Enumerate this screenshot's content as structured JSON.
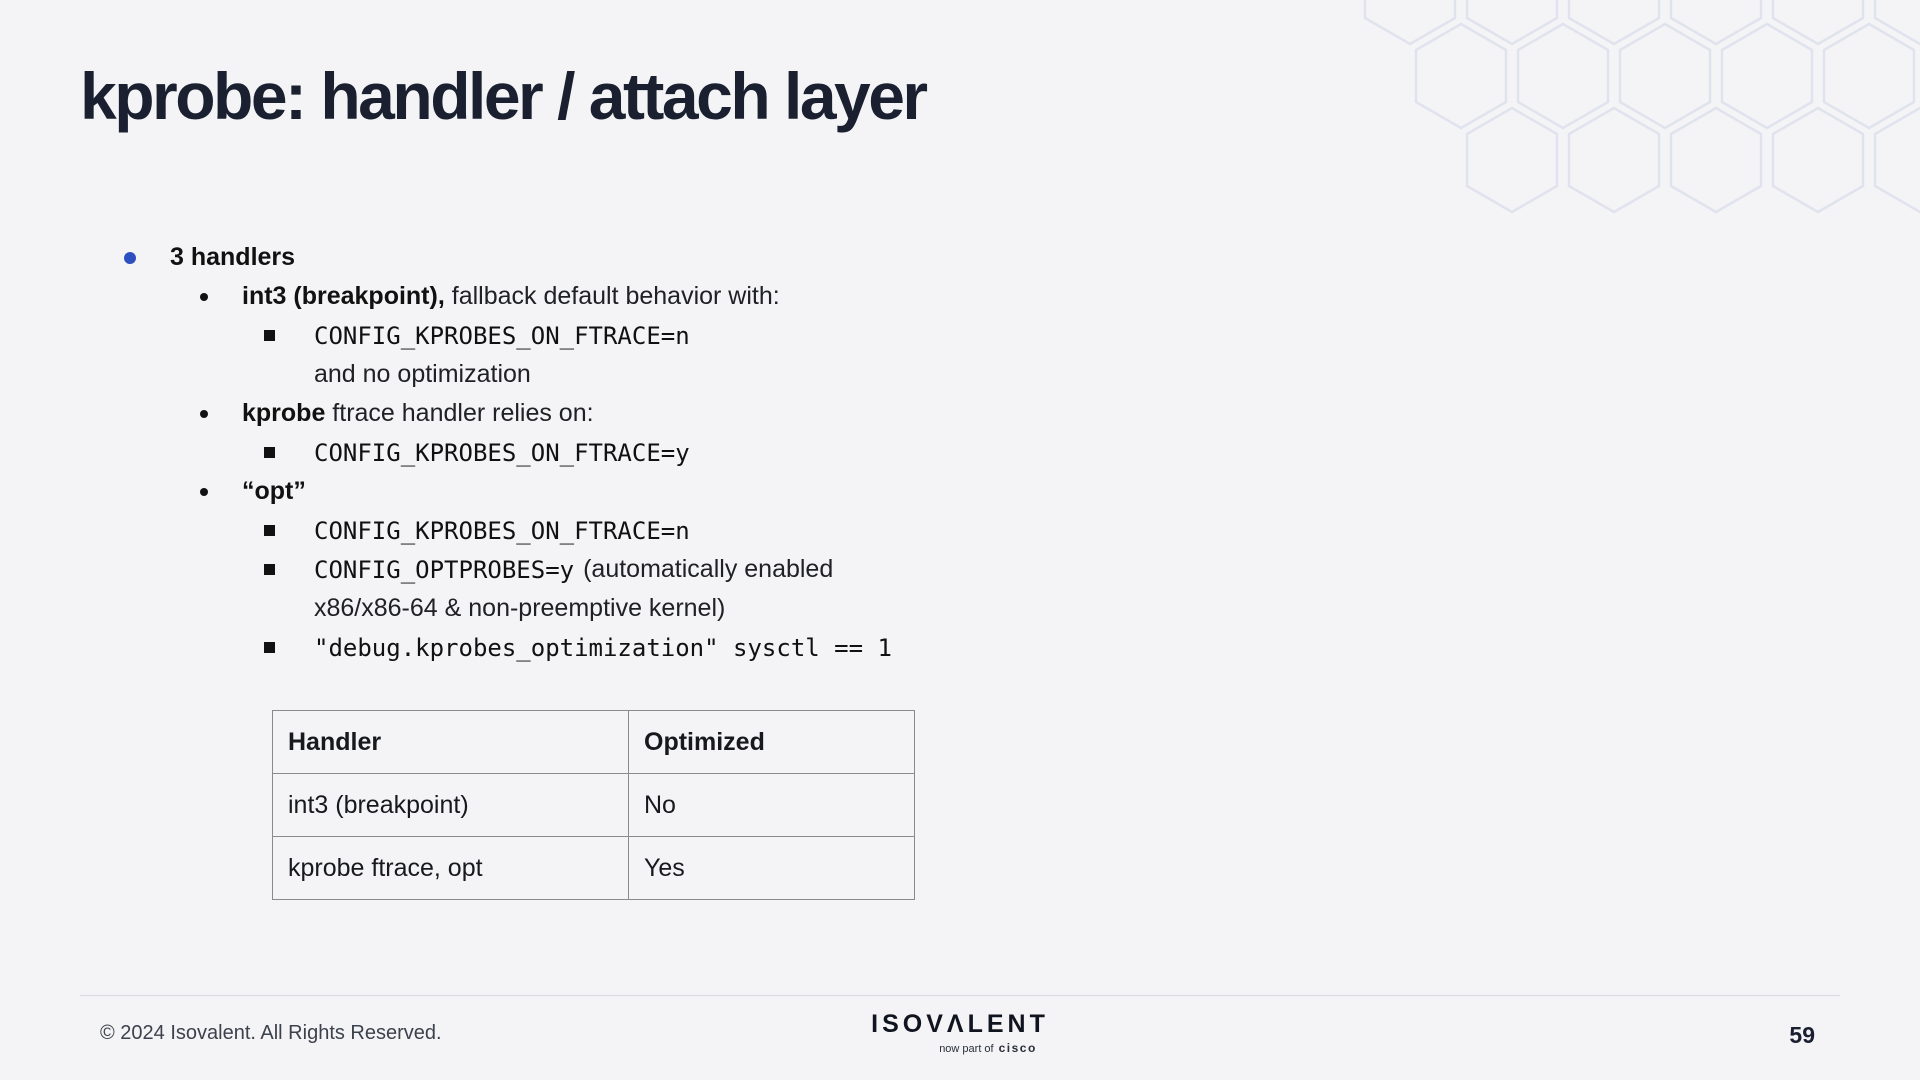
{
  "slide": {
    "title": "kprobe: handler / attach layer",
    "page_number": "59"
  },
  "outline": {
    "l1_label": "3 handlers",
    "int3_bold": "int3 (breakpoint),",
    "int3_rest": " fallback default behavior with:",
    "int3_code": "CONFIG_KPROBES_ON_FTRACE=n",
    "int3_note": "and no optimization",
    "kprobe_bold": "kprobe",
    "kprobe_rest": " ftrace handler relies on:",
    "kprobe_code": "CONFIG_KPROBES_ON_FTRACE=y",
    "opt_bold": "“opt”",
    "opt_code1": "CONFIG_KPROBES_ON_FTRACE=n",
    "opt_code2": "CONFIG_OPTPROBES=y",
    "opt_code2_note": "(automatically enabled",
    "opt_code2_note_line2": "x86/x86-64 & non-preemptive kernel)",
    "opt_code3": "\"debug.kprobes_optimization\" sysctl == 1"
  },
  "table": {
    "headers": [
      "Handler",
      "Optimized"
    ],
    "rows": [
      [
        "int3 (breakpoint)",
        "No"
      ],
      [
        "kprobe ftrace, opt",
        "Yes"
      ]
    ]
  },
  "footer": {
    "copyright": "© 2024 Isovalent. All Rights Reserved.",
    "logo_text": "ISOVΛLENT",
    "logo_sub_prefix": "now part of",
    "logo_sub_brand": "cisco"
  },
  "colors": {
    "background": "#f4f4f6",
    "title": "#1a2030",
    "accent_bullet": "#2d4fc1",
    "hex_pattern": "#e0e3ee",
    "table_border": "#8a8a8a"
  }
}
